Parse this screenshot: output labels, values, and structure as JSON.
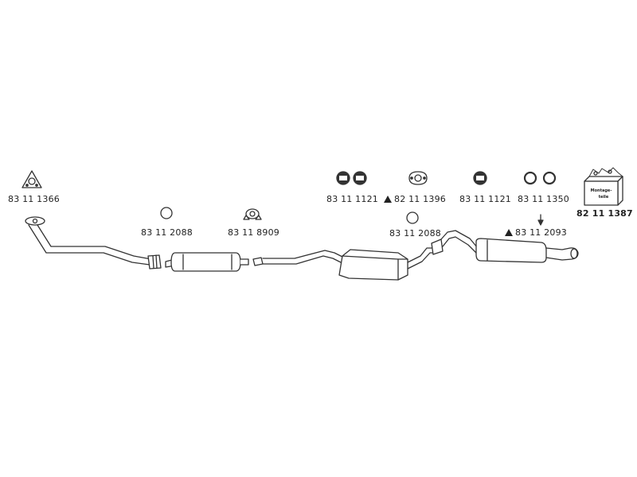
{
  "parts": {
    "flange_gasket_front": "83 11 1366",
    "ring_1": "83 11 2088",
    "clamp": "83 11 8909",
    "rubber_mounts_1": "83 11 1121",
    "flange_gasket_mid": "82 11 1396",
    "ring_2": "83 11 2088",
    "rubber_mounts_2": "83 11 1121",
    "o_rings": "83 11 1350",
    "rear_marker": "83 11 2093",
    "mounting_kit": "82 11 1387"
  },
  "kit_box": {
    "line1": "Montage-",
    "line2": "teile"
  }
}
